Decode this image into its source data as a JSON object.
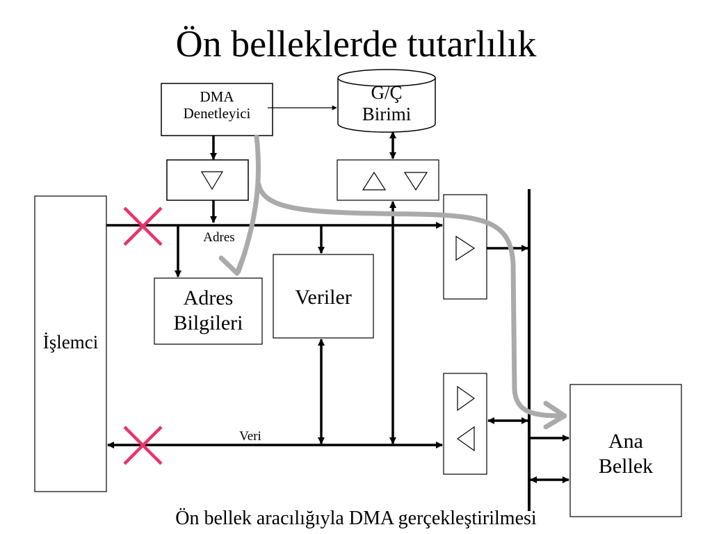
{
  "title": "Ön belleklerde tutarlılık",
  "caption": "Ön bellek aracılığıyla DMA gerçekleştirilmesi",
  "blocks": {
    "dma": [
      "DMA",
      "Denetleyici"
    ],
    "io": [
      "G/Ç",
      "Birimi"
    ],
    "processor": "İşlemci",
    "address_info": [
      "Adres",
      "Bilgileri"
    ],
    "data": "Veriler",
    "main_memory": [
      "Ana",
      "Bellek"
    ]
  },
  "bus_labels": {
    "address": "Adres",
    "data": "Veri"
  },
  "colors": {
    "cross": "#e8336b",
    "flow_arrow": "#aaaaaa",
    "line": "#000000"
  },
  "icons": {
    "blocked": "x-cross-icon",
    "buffer": "triangle-buffer-icon"
  }
}
